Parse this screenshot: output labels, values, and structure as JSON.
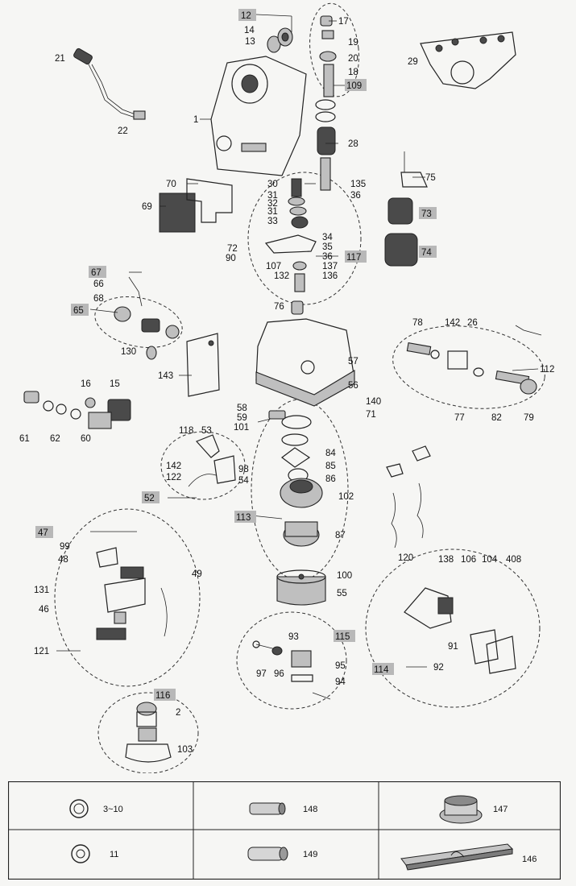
{
  "callouts": {
    "c1": "1",
    "c2": "2",
    "c12": "12",
    "c13": "13",
    "c14": "14",
    "c15": "15",
    "c16": "16",
    "c17": "17",
    "c18": "18",
    "c19": "19",
    "c20": "20",
    "c21": "21",
    "c22": "22",
    "c26": "26",
    "c28": "28",
    "c29": "29",
    "c30": "30",
    "c31a": "31",
    "c31b": "31",
    "c32": "32",
    "c33": "33",
    "c34": "34",
    "c35": "35",
    "c36a": "36",
    "c36b": "36",
    "c46": "46",
    "c47": "47",
    "c48": "48",
    "c49": "49",
    "c52": "52",
    "c53": "53",
    "c54": "54",
    "c55": "55",
    "c56": "56",
    "c57": "57",
    "c58": "58",
    "c59": "59",
    "c60": "60",
    "c61": "61",
    "c62": "62",
    "c65": "65",
    "c66": "66",
    "c67": "67",
    "c68": "68",
    "c69": "69",
    "c70": "70",
    "c71": "71",
    "c72": "72",
    "c73": "73",
    "c74": "74",
    "c75": "75",
    "c76": "76",
    "c77": "77",
    "c78": "78",
    "c79": "79",
    "c82": "82",
    "c84": "84",
    "c85": "85",
    "c86": "86",
    "c87": "87",
    "c90": "90",
    "c91": "91",
    "c92": "92",
    "c93": "93",
    "c94": "94",
    "c95": "95",
    "c96": "96",
    "c97": "97",
    "c98": "98",
    "c99": "99",
    "c100": "100",
    "c101": "101",
    "c102": "102",
    "c103": "103",
    "c104": "104",
    "c106": "106",
    "c107": "107",
    "c109": "109",
    "c112": "112",
    "c113": "113",
    "c114": "114",
    "c115": "115",
    "c116": "116",
    "c117": "117",
    "c118": "118",
    "c120": "120",
    "c121": "121",
    "c122": "122",
    "c130": "130",
    "c131": "131",
    "c132": "132",
    "c135": "135",
    "c136": "136",
    "c137": "137",
    "c138": "138",
    "c140": "140",
    "c142a": "142",
    "c142b": "142",
    "c143": "143",
    "c408": "408"
  },
  "legend": {
    "item_3_10": "3~10",
    "item_11": "11",
    "item_148": "148",
    "item_149": "149",
    "item_147": "147",
    "item_146": "146"
  },
  "colors": {
    "highlight": "#b8b8b8",
    "ink": "#222222",
    "paper": "#f6f6f4"
  }
}
